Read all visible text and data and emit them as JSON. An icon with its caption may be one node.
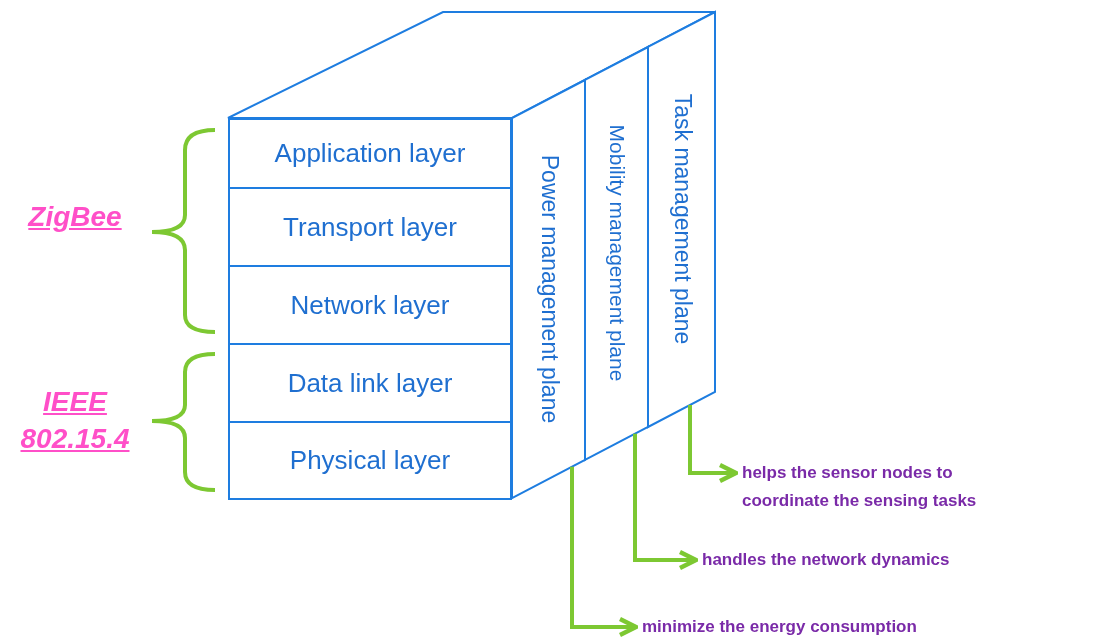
{
  "diagram": {
    "nodes": [
      {
        "text": [
          "Application layer"
        ]
      },
      {
        "text": [
          "Transport layer"
        ]
      },
      {
        "text": [
          "Network layer"
        ]
      },
      {
        "text": [
          "Data link layer"
        ]
      },
      {
        "text": [
          "Physical layer"
        ]
      },
      {
        "text": [
          "Power management plane"
        ]
      },
      {
        "text": [
          "Mobility management plane"
        ]
      },
      {
        "text": [
          "Task management plane"
        ]
      },
      {
        "text": [
          "helps the sensor nodes to coordinate the sensing tasks"
        ]
      },
      {
        "text": [
          "handles the network dynamics"
        ]
      },
      {
        "text": [
          "minimize the energy consumption"
        ]
      }
    ],
    "edges": [
      {
        "from": 7,
        "to": 8,
        "arrow": "to"
      },
      {
        "from": 6,
        "to": 9,
        "arrow": "to"
      },
      {
        "from": 5,
        "to": 10,
        "arrow": "to"
      }
    ],
    "labels": [
      "ZigBee",
      "IEEE 802.15.4"
    ]
  }
}
